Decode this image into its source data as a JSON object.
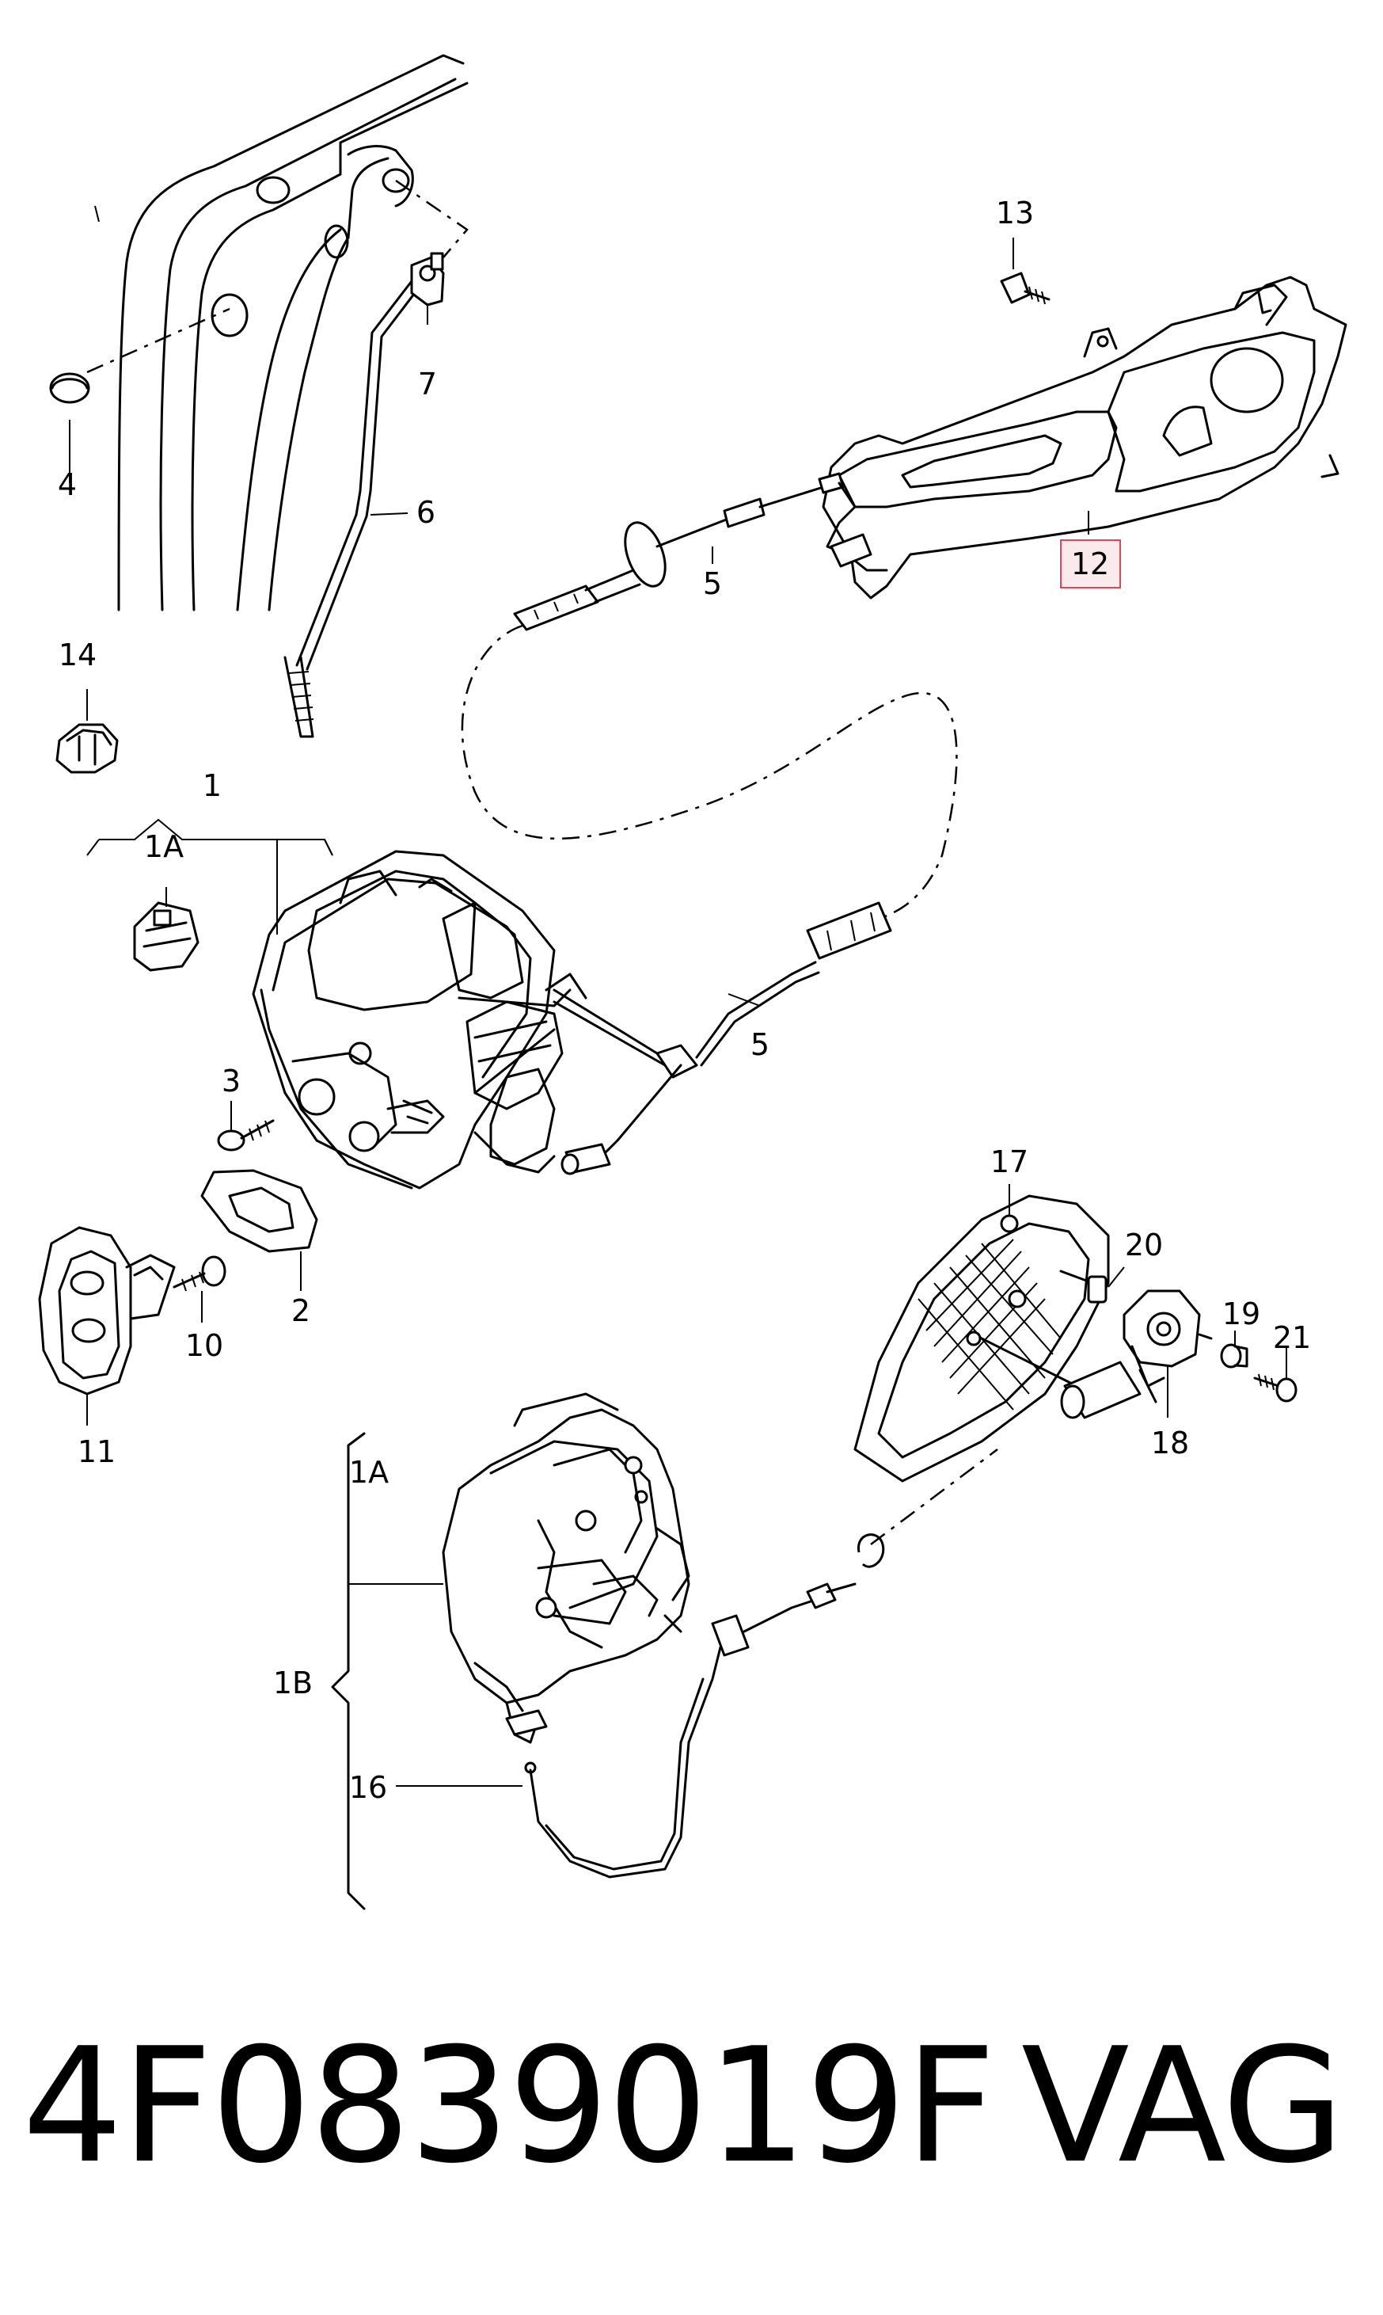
{
  "callouts": {
    "c1": "1",
    "c1a_top": "1A",
    "c1a_side": "1A",
    "c1b": "1B",
    "c2": "2",
    "c3": "3",
    "c4": "4",
    "c5_top": "5",
    "c5_bottom": "5",
    "c6": "6",
    "c7": "7",
    "c10": "10",
    "c11": "11",
    "c12": "12",
    "c13": "13",
    "c14": "14",
    "c16": "16",
    "c17": "17",
    "c18": "18",
    "c19": "19",
    "c20": "20",
    "c21": "21"
  },
  "highlight": {
    "callout": "12",
    "color": "#d84a5a",
    "fill": "#fbeaec"
  },
  "footer": {
    "part_number": "4F0839019F",
    "brand": "VAG"
  }
}
